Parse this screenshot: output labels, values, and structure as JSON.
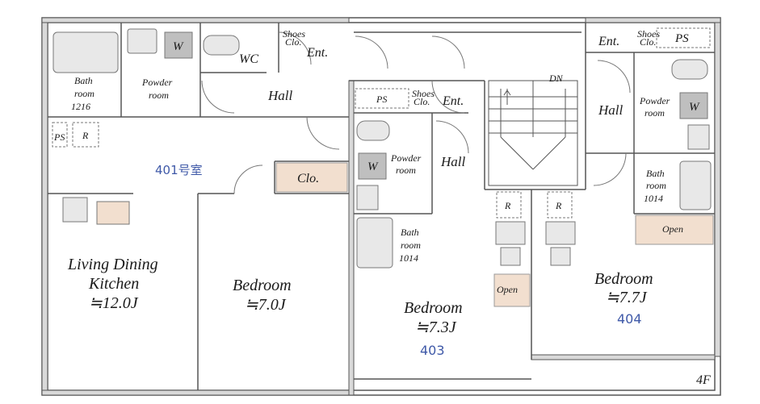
{
  "floor": "4F",
  "units": {
    "u401": {
      "number": "401号室",
      "ldk": "Living Dining",
      "ldk2": "Kitchen",
      "ldk_size": "≒12.0J",
      "bedroom": "Bedroom",
      "bedroom_size": "≒7.0J",
      "bath": "Bath",
      "bath2": "room",
      "bath3": "1216",
      "powder": "Powder",
      "powder2": "room",
      "wc": "WC",
      "hall": "Hall",
      "entrance": "Ent.",
      "shoes": "Shoes",
      "shoes2": "Clo.",
      "closet": "Clo.",
      "ps": "PS",
      "fridge": "R",
      "washer": "W"
    },
    "u403": {
      "number": "403",
      "bedroom": "Bedroom",
      "bedroom_size": "≒7.3J",
      "bath": "Bath",
      "bath2": "room",
      "bath3": "1014",
      "powder": "Powder",
      "powder2": "room",
      "hall": "Hall",
      "entrance": "Ent.",
      "shoes": "Shoes",
      "shoes2": "Clo.",
      "ps": "PS",
      "fridge": "R",
      "open": "Open",
      "washer": "W"
    },
    "u404": {
      "number": "404",
      "bedroom": "Bedroom",
      "bedroom_size": "≒7.7J",
      "bath": "Bath",
      "bath2": "room",
      "bath3": "1014",
      "powder": "Powder",
      "powder2": "room",
      "hall": "Hall",
      "entrance": "Ent.",
      "shoes": "Shoes",
      "shoes2": "Clo.",
      "ps": "PS",
      "fridge": "R",
      "open": "Open",
      "washer": "W"
    }
  },
  "stairs": "DN",
  "colors": {
    "wall": "#555555",
    "wall_fill": "#d9d9d9",
    "closet_fill": "#f2dfcf",
    "fixture": "#888888",
    "unit_text": "#3f59a8"
  }
}
